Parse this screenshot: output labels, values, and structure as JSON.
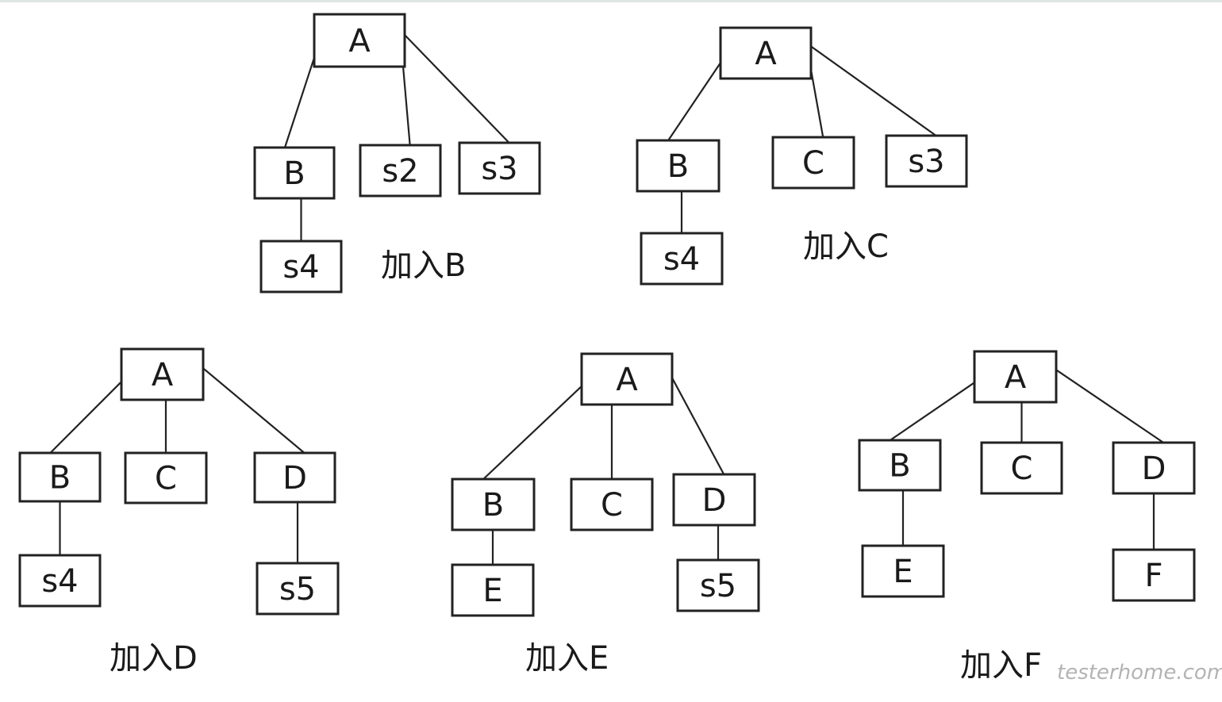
{
  "watermark": "testerhome.com",
  "trees": [
    {
      "id": "B",
      "caption": "加入B",
      "nodes": [
        {
          "id": "A",
          "label": "A"
        },
        {
          "id": "B",
          "label": "B"
        },
        {
          "id": "s2",
          "label": "s2"
        },
        {
          "id": "s3",
          "label": "s3"
        },
        {
          "id": "s4",
          "label": "s4"
        }
      ],
      "edges": [
        [
          "A",
          "B"
        ],
        [
          "A",
          "s2"
        ],
        [
          "A",
          "s3"
        ],
        [
          "B",
          "s4"
        ]
      ]
    },
    {
      "id": "C",
      "caption": "加入C",
      "nodes": [
        {
          "id": "A",
          "label": "A"
        },
        {
          "id": "B",
          "label": "B"
        },
        {
          "id": "C",
          "label": "C"
        },
        {
          "id": "s3",
          "label": "s3"
        },
        {
          "id": "s4",
          "label": "s4"
        }
      ],
      "edges": [
        [
          "A",
          "B"
        ],
        [
          "A",
          "C"
        ],
        [
          "A",
          "s3"
        ],
        [
          "B",
          "s4"
        ]
      ]
    },
    {
      "id": "D",
      "caption": "加入D",
      "nodes": [
        {
          "id": "A",
          "label": "A"
        },
        {
          "id": "B",
          "label": "B"
        },
        {
          "id": "C",
          "label": "C"
        },
        {
          "id": "D",
          "label": "D"
        },
        {
          "id": "s4",
          "label": "s4"
        },
        {
          "id": "s5",
          "label": "s5"
        }
      ],
      "edges": [
        [
          "A",
          "B"
        ],
        [
          "A",
          "C"
        ],
        [
          "A",
          "D"
        ],
        [
          "B",
          "s4"
        ],
        [
          "D",
          "s5"
        ]
      ]
    },
    {
      "id": "E",
      "caption": "加入E",
      "nodes": [
        {
          "id": "A",
          "label": "A"
        },
        {
          "id": "B",
          "label": "B"
        },
        {
          "id": "C",
          "label": "C"
        },
        {
          "id": "D",
          "label": "D"
        },
        {
          "id": "E",
          "label": "E"
        },
        {
          "id": "s5",
          "label": "s5"
        }
      ],
      "edges": [
        [
          "A",
          "B"
        ],
        [
          "A",
          "C"
        ],
        [
          "A",
          "D"
        ],
        [
          "B",
          "E"
        ],
        [
          "D",
          "s5"
        ]
      ]
    },
    {
      "id": "F",
      "caption": "加入F",
      "nodes": [
        {
          "id": "A",
          "label": "A"
        },
        {
          "id": "B",
          "label": "B"
        },
        {
          "id": "C",
          "label": "C"
        },
        {
          "id": "D",
          "label": "D"
        },
        {
          "id": "E",
          "label": "E"
        },
        {
          "id": "F",
          "label": "F"
        }
      ],
      "edges": [
        [
          "A",
          "B"
        ],
        [
          "A",
          "C"
        ],
        [
          "A",
          "D"
        ],
        [
          "B",
          "E"
        ],
        [
          "D",
          "F"
        ]
      ]
    }
  ]
}
